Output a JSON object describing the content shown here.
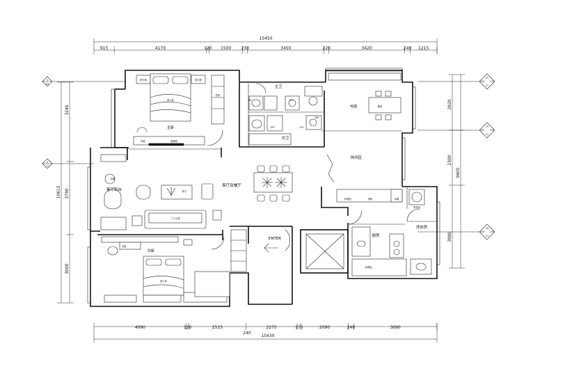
{
  "top_dims": {
    "total": "15450",
    "parts": [
      "915",
      "4170",
      "120",
      "1500",
      "230",
      "3450",
      "220",
      "3420",
      "240",
      "1215"
    ]
  },
  "bottom_dims": {
    "total": "15430",
    "parts": [
      "4090",
      "120",
      "2515",
      "2275",
      "170",
      "2090",
      "240",
      "3690"
    ],
    "sub": "240"
  },
  "right_dims": {
    "total": "9405",
    "parts": [
      "2820",
      "2300",
      "3980"
    ]
  },
  "left_dims": {
    "total": "10615",
    "parts": [
      "3240",
      "3790",
      "3000"
    ]
  },
  "section_marks": {
    "top_left": {
      "top": "4",
      "bottom": "05"
    },
    "left_mid": {
      "top": "4",
      "bottom": "17"
    },
    "right_top": {
      "a": "25",
      "b": "026",
      "c": "2/6",
      "bottom": "21"
    },
    "right_mid": {
      "a": "25",
      "b": "032",
      "c": "3/6",
      "bottom": "21"
    },
    "right_low": {
      "a": "25",
      "b": "026",
      "c": "2/6",
      "bottom": "21"
    },
    "right_bot": {
      "a": "25",
      "b": "022",
      "c": "2/6",
      "bottom": "21"
    }
  },
  "rooms": {
    "master_bedroom": "主卧",
    "master_bath": "主卫",
    "secondary_bath": "次卫",
    "kitchen_study": "书房",
    "leisure": "休闲区",
    "living_dining": "客厅及餐厅",
    "living_balcony": "客厅阳台",
    "second_bedroom": "次卧",
    "kitchen": "厨房",
    "laundry": "洗衣房",
    "entry": "ENTER"
  },
  "labels": {
    "double_bed": "双人床",
    "tv_cabinet": "电视柜",
    "wardrobe": "衣柜",
    "bedside_a": "床头柜",
    "bedside_b": "床头柜",
    "desk": "书桌",
    "three_sofa": "三人沙发",
    "coffee_table": "茶几",
    "dining_table": "餐桌",
    "fridge": "冰箱",
    "washer": "洗衣机",
    "hood": "吊柜",
    "bath_nums": [
      "267",
      "127",
      "349",
      "133",
      "288"
    ],
    "counter": "料理台"
  }
}
